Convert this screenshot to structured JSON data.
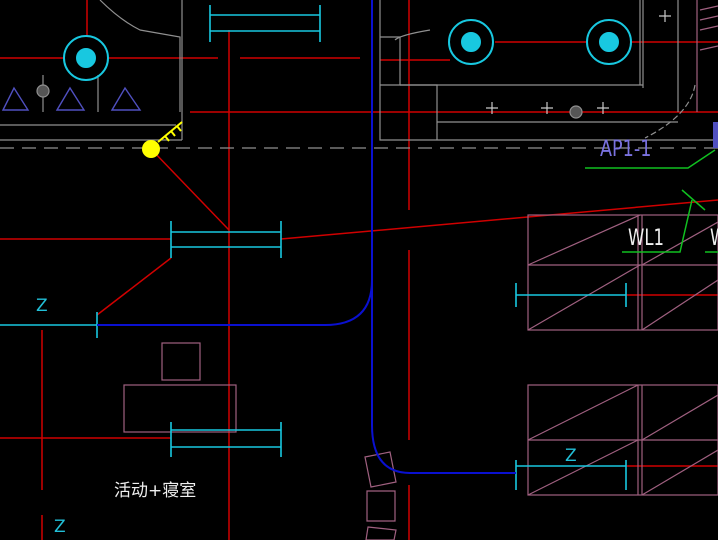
{
  "colors": {
    "background": "#000000",
    "wiring": "#d00000",
    "cyan": "#18c8e0",
    "blue": "#0a10d0",
    "wall": "#909090",
    "furniture": "#a06080",
    "green": "#10c020",
    "yellow": "#ffff00",
    "label_purple": "#7a72e0"
  },
  "labels": {
    "panel": "AP1-1",
    "circuit_1": "WL1",
    "circuit_2": "W",
    "z_left": "Z",
    "z_right": "Z",
    "z_bottom": "Z",
    "room": "活动+寝室"
  }
}
